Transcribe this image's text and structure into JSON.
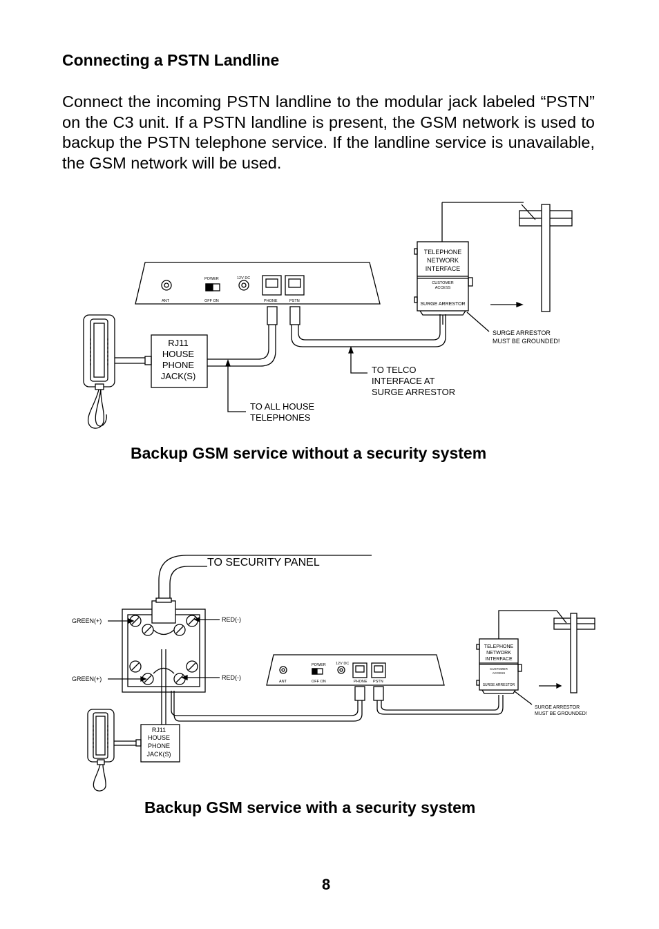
{
  "heading": "Connecting a PSTN Landline",
  "paragraph": "Connect the incoming PSTN landline to the modular jack labeled “PSTN” on the C3 unit.  If a PSTN landline is present, the GSM network is used to backup the PSTN telephone service.  If the landline service is unavailable, the GSM network will be used.",
  "diagram1": {
    "caption": "Backup GSM service without a security system",
    "tni": [
      "TELEPHONE",
      "NETWORK",
      "INTERFACE"
    ],
    "customer_access": [
      "CUSTOMER",
      "ACCESS"
    ],
    "surge_arrestor": "SURGE ARRESTOR",
    "surge_note": [
      "SURGE ARRESTOR",
      "MUST BE GROUNDED!"
    ],
    "house_jack": [
      "RJ11",
      "HOUSE",
      "PHONE",
      "JACK(S)"
    ],
    "telco_note": [
      "TO TELCO",
      "INTERFACE AT",
      "SURGE ARRESTOR"
    ],
    "house_note": [
      "TO ALL HOUSE",
      "TELEPHONES"
    ],
    "unit_labels": {
      "power": "POWER",
      "off_on": "OFF  ON",
      "ant": "ANT",
      "dc": "12V  DC",
      "phone": "PHONE",
      "pstn": "PSTN"
    }
  },
  "diagram2": {
    "caption": "Backup GSM service with a security system",
    "security_panel": "TO SECURITY PANEL",
    "green_top": "GREEN(+)",
    "green_bottom": "GREEN(+)",
    "red_top": "RED(-)",
    "red_bottom": "RED(-)",
    "tni": [
      "TELEPHONE",
      "NETWORK",
      "INTERFACE"
    ],
    "customer_access": [
      "CUSTOMER",
      "ACCESS"
    ],
    "surge_arrestor": "SURGE ARRESTOR",
    "surge_note": [
      "SURGE ARRESTOR",
      "MUST BE GROUNDED!"
    ],
    "house_jack": [
      "RJ11",
      "HOUSE",
      "PHONE",
      "JACK(S)"
    ],
    "unit_labels": {
      "power": "POWER",
      "off_on": "OFF  ON",
      "ant": "ANT",
      "dc": "12V  DC",
      "phone": "PHONE",
      "pstn": "PSTN"
    }
  },
  "page_number": "8"
}
